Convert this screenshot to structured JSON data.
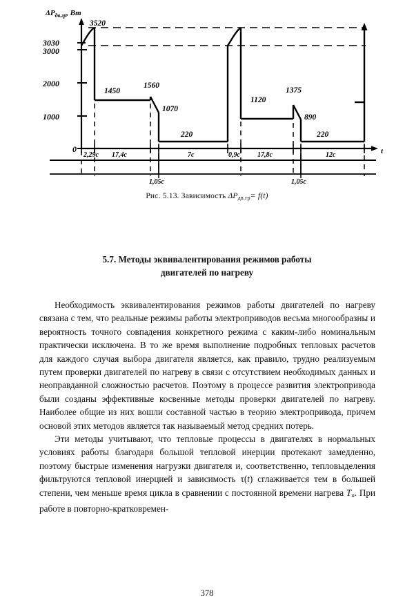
{
  "figure": {
    "caption_prefix": "Рис. 5.13. Зависимость",
    "caption_symbol": "ΔP",
    "caption_sub": "дв.гр",
    "caption_suffix": "= f(t)",
    "y_axis_title": "ΔP",
    "y_axis_title_sub": "дв.гр",
    "y_axis_title_unit": ", Вт",
    "x_axis_title": "t"
  },
  "chart_data": {
    "type": "line",
    "title": "Зависимость ΔP дв.гр = f(t)",
    "xlabel": "t",
    "ylabel": "ΔP дв.гр, Вт",
    "ylim": [
      0,
      3700
    ],
    "grid": false,
    "legend": "none",
    "y_ticks": [
      "3030",
      "3000",
      "2000",
      "1000",
      "0"
    ],
    "y_tick_values": [
      3030,
      3000,
      2000,
      1000,
      0
    ],
    "reference_levels": [
      3030,
      3000
    ],
    "peak_label": "3520",
    "peak_value": 3520,
    "segment_labels": [
      "1450",
      "1560",
      "1070",
      "220",
      "1120",
      "1375",
      "890",
      "220"
    ],
    "segment_values": [
      1450,
      1560,
      1070,
      220,
      1120,
      1375,
      890,
      220
    ],
    "time_labels": [
      "2,29с",
      "17,4с",
      "7с",
      "0,9с",
      "17,8с",
      "12с"
    ],
    "time_values": [
      2.29,
      17.4,
      7,
      0.9,
      17.8,
      12
    ],
    "lower_time_labels": [
      "1,05с",
      "1,05с"
    ],
    "lower_time_values": [
      1.05,
      1.05
    ],
    "series": [
      {
        "name": "ΔP дв.гр",
        "points": [
          {
            "t": 0,
            "p": 0
          },
          {
            "t": 0,
            "p": 3030
          },
          {
            "t": 2.29,
            "p": 3520
          },
          {
            "t": 2.29,
            "p": 1450
          },
          {
            "t": 19.69,
            "p": 1450
          },
          {
            "t": 19.69,
            "p": 1560
          },
          {
            "t": 20.74,
            "p": 1070
          },
          {
            "t": 20.74,
            "p": 220
          },
          {
            "t": 27.74,
            "p": 220
          },
          {
            "t": 27.74,
            "p": 3030
          },
          {
            "t": 28.64,
            "p": 3520
          },
          {
            "t": 28.64,
            "p": 1120
          },
          {
            "t": 46.44,
            "p": 1120
          },
          {
            "t": 46.44,
            "p": 1375
          },
          {
            "t": 47.49,
            "p": 890
          },
          {
            "t": 47.49,
            "p": 220
          },
          {
            "t": 59.49,
            "p": 220
          },
          {
            "t": 59.49,
            "p": 3520
          }
        ]
      }
    ]
  },
  "section": {
    "number_title": "5.7. Методы эквивалентирования режимов работы",
    "title_line2": "двигателей по нагреву"
  },
  "paragraphs": {
    "p1": "Необходимость эквивалентирования режимов работы двигателей по нагреву связана с тем, что реальные режимы работы электроприводов весьма многообразны и вероятность точного совпадения конкретного режима с каким-либо номинальным практически исключена. В то же время выполнение подробных тепловых расчетов для каждого случая выбора двигателя является, как правило, трудно реализуемым путем проверки двигателей по нагреву в связи с отсутствием необходимых данных и неоправданной сложностью расчетов. Поэтому в процессе развития электропривода были созданы эффективные косвенные методы проверки двигателей по нагреву. Наиболее общие из них вошли составной частью в теорию электропривода, причем основой этих методов является так называемый метод средних потерь.",
    "p2_part1": "Эти методы учитывают, что тепловые процессы в двигателях в нормальных условиях работы благодаря большой тепловой инерции протекают замедленно, поэтому быстрые изменения нагрузки двигателя и, соответственно, тепловыделения фильтруются тепловой инерцией и зависимость τ(",
    "p2_italic1": "t",
    "p2_part2": ") сглаживается тем в большей степени, чем меньше время цикла в сравнении с постоянной времени нагрева ",
    "p2_italic2": "T",
    "p2_sub": "н",
    "p2_part3": ". При работе в повторно-кратковремен-"
  },
  "folio": "378"
}
